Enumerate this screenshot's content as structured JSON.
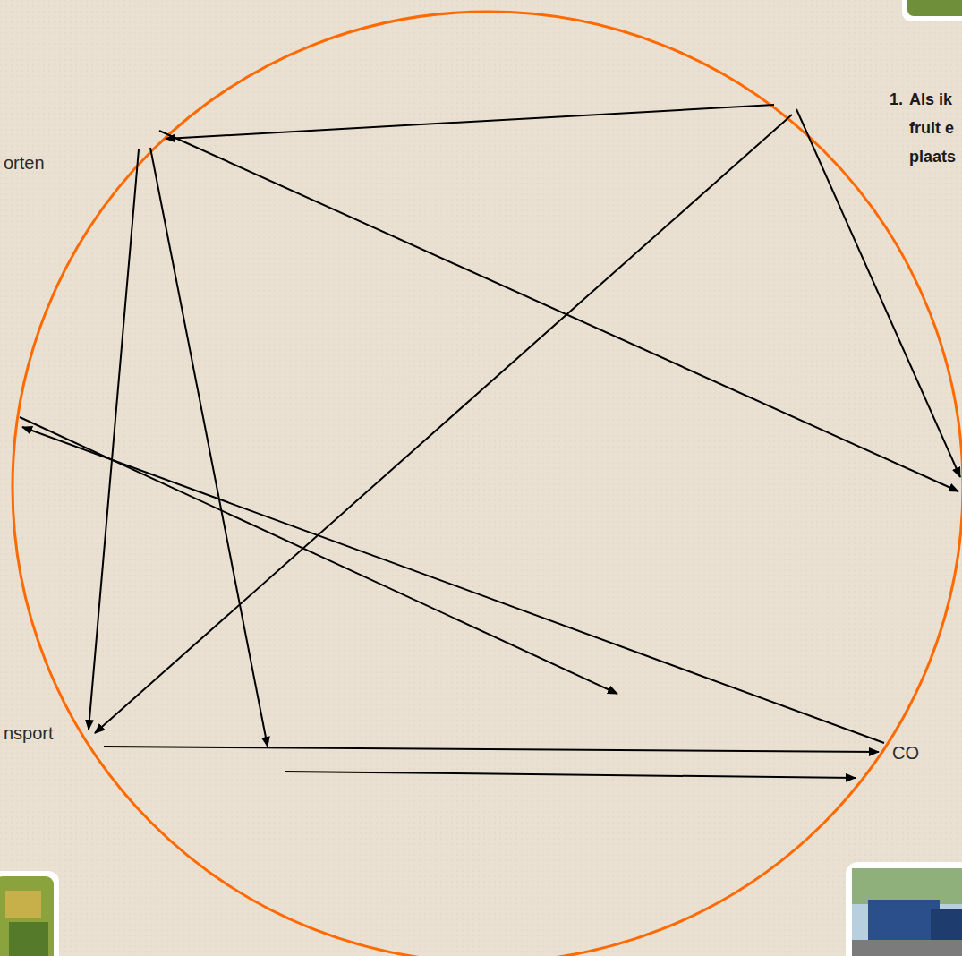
{
  "diagram": {
    "labels": [
      "1.",
      "Als ik",
      "fruit e",
      "plaats",
      "orten",
      "nsport",
      "CO"
    ]
  }
}
